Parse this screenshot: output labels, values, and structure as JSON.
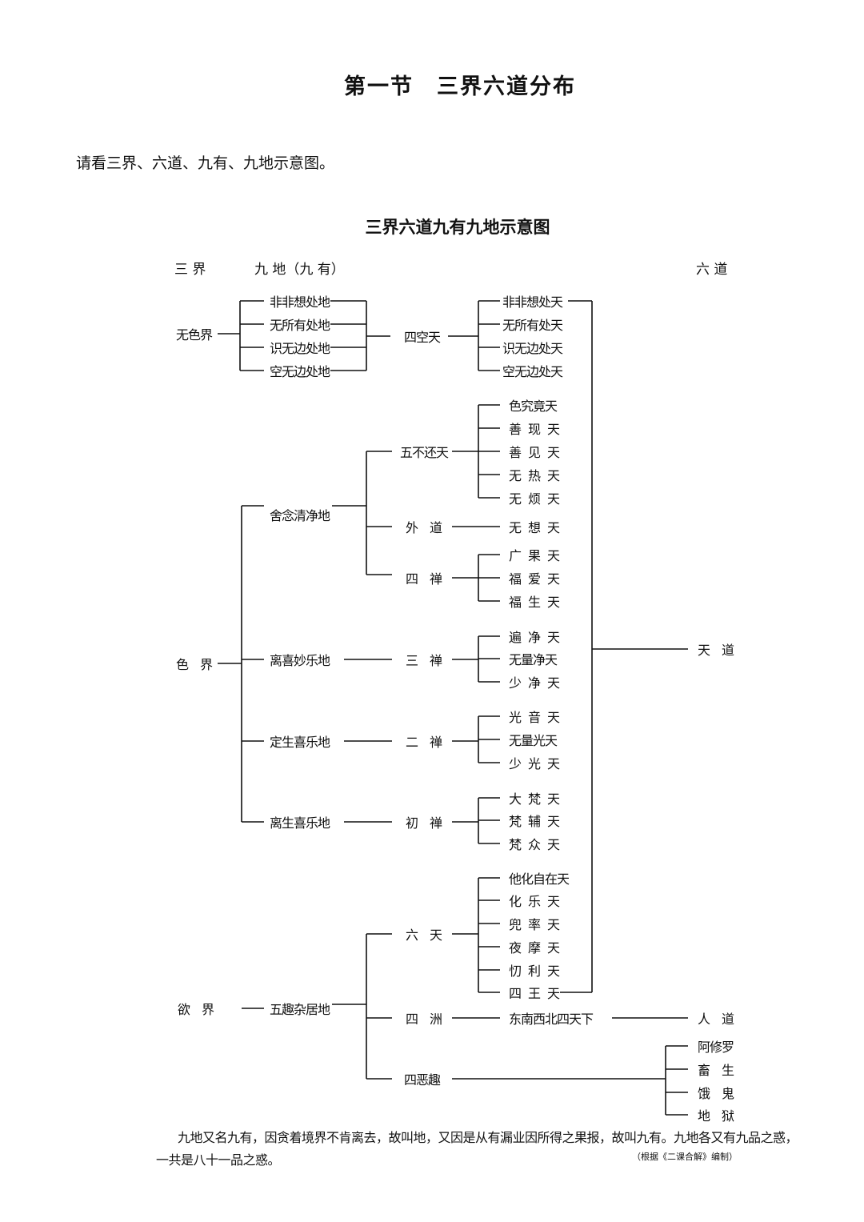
{
  "title": "第一节　三界六道分布",
  "intro": "请看三界、六道、九有、九地示意图。",
  "diagram": {
    "title": "三界六道九有九地示意图",
    "headers": {
      "sanjie": "三 界",
      "jiudi": "九 地（九 有）",
      "liudao": "六 道"
    },
    "nodes": {
      "wusejie": "无色界",
      "d1": "非非想处地",
      "d2": "无所有处地",
      "d3": "识无边处地",
      "d4": "空无边处地",
      "sikongtian": "四空天",
      "t1": "非非想处天",
      "t2": "无所有处天",
      "t3": "识无边处天",
      "t4": "空无边处天",
      "wubuhuantian": "五不还天",
      "t5": "色究竟天",
      "t6": "善现天",
      "t7": "善见天",
      "t8": "无热天",
      "t9": "无烦天",
      "shenian": "舍念清净地",
      "waidao": "外道",
      "wuxiang": "无想天",
      "sichan": "四禅",
      "t10": "广果天",
      "t11": "福爱天",
      "t12": "福生天",
      "sejie": "色界",
      "lixi": "离喜妙乐地",
      "sanchan": "三禅",
      "t13": "遍净天",
      "t14": "无量净天",
      "t15": "少净天",
      "tiandao": "天道",
      "dingsheng": "定生喜乐地",
      "erchan": "二禅",
      "t16": "光音天",
      "t17": "无量光天",
      "t18": "少光天",
      "lisheng": "离生喜乐地",
      "chuchan": "初禅",
      "t19": "大梵天",
      "t20": "梵辅天",
      "t21": "梵众天",
      "liutian": "六天",
      "t22": "他化自在天",
      "t23": "化乐天",
      "t24": "兜率天",
      "t25": "夜摩天",
      "t26": "忉利天",
      "t27": "四王天",
      "yujie": "欲界",
      "wuqu": "五趣杂居地",
      "sizhou": "四洲",
      "sitianxia": "东南西北四天下",
      "rendao": "人道",
      "sie": "四恶趣",
      "axiuluo": "阿修罗",
      "chusheng": "畜生",
      "egui": "饿鬼",
      "diyu": "地狱"
    }
  },
  "footer": {
    "line1": "九地又名九有，因贪着境界不肯离去，故叫地，又因是从有漏业因所得之果报，故叫九有。九地各又有九品之惑，",
    "line2": "一共是八十一品之惑。",
    "citation": "（根据《二课合解》编制）"
  }
}
